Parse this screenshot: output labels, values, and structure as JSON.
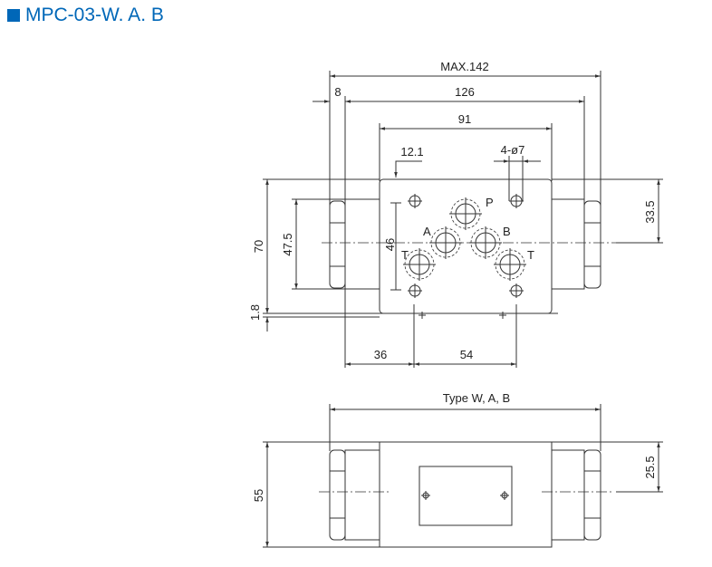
{
  "title": "MPC-03-W. A. B",
  "colors": {
    "accent": "#0067b8",
    "line": "#333333"
  },
  "top_view": {
    "dims": {
      "max_length": "MAX.142",
      "nut": "8",
      "length_126": "126",
      "body_91": "91",
      "offset_12_1": "12.1",
      "holes": "4-ø7",
      "height_70": "70",
      "height_47_5": "47.5",
      "height_46": "46",
      "height_33_5": "33.5",
      "gap_1_8": "1.8",
      "dist_36": "36",
      "dist_54": "54"
    },
    "ports": {
      "p": "P",
      "a": "A",
      "b": "B",
      "t_left": "T",
      "t_right": "T"
    }
  },
  "bottom_view": {
    "label": "Type W, A, B",
    "height_55": "55",
    "height_25_5": "25.5"
  }
}
